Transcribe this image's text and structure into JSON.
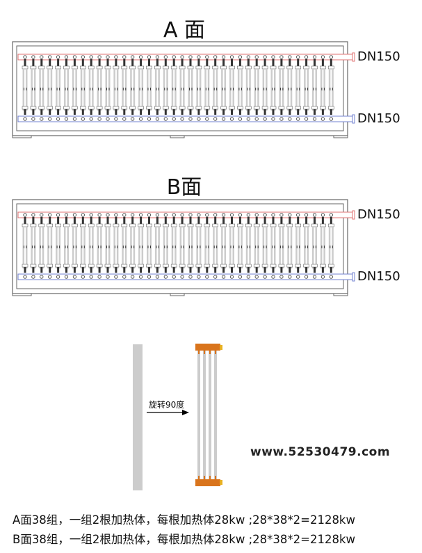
{
  "faces": [
    {
      "title": "A 面",
      "inlet_label": "DN150",
      "outlet_label": "DN150"
    },
    {
      "title": "B面",
      "inlet_label": "DN150",
      "outlet_label": "DN150"
    }
  ],
  "groups_per_face": 38,
  "colors": {
    "hot_pipe": "#e07070",
    "cold_pipe": "#7080d0",
    "tube": "#cccccc",
    "header": "#d9741c",
    "frame": "#666666"
  },
  "rotation": {
    "label": "旋转90度"
  },
  "notes": [
    "A面38组，一组2根加热体，每根加热体28kw ;28*38*2=2128kw",
    "B面38组，一组2根加热体，每根加热体28kw ;28*38*2=2128kw"
  ],
  "watermark": "www.52530479.com"
}
